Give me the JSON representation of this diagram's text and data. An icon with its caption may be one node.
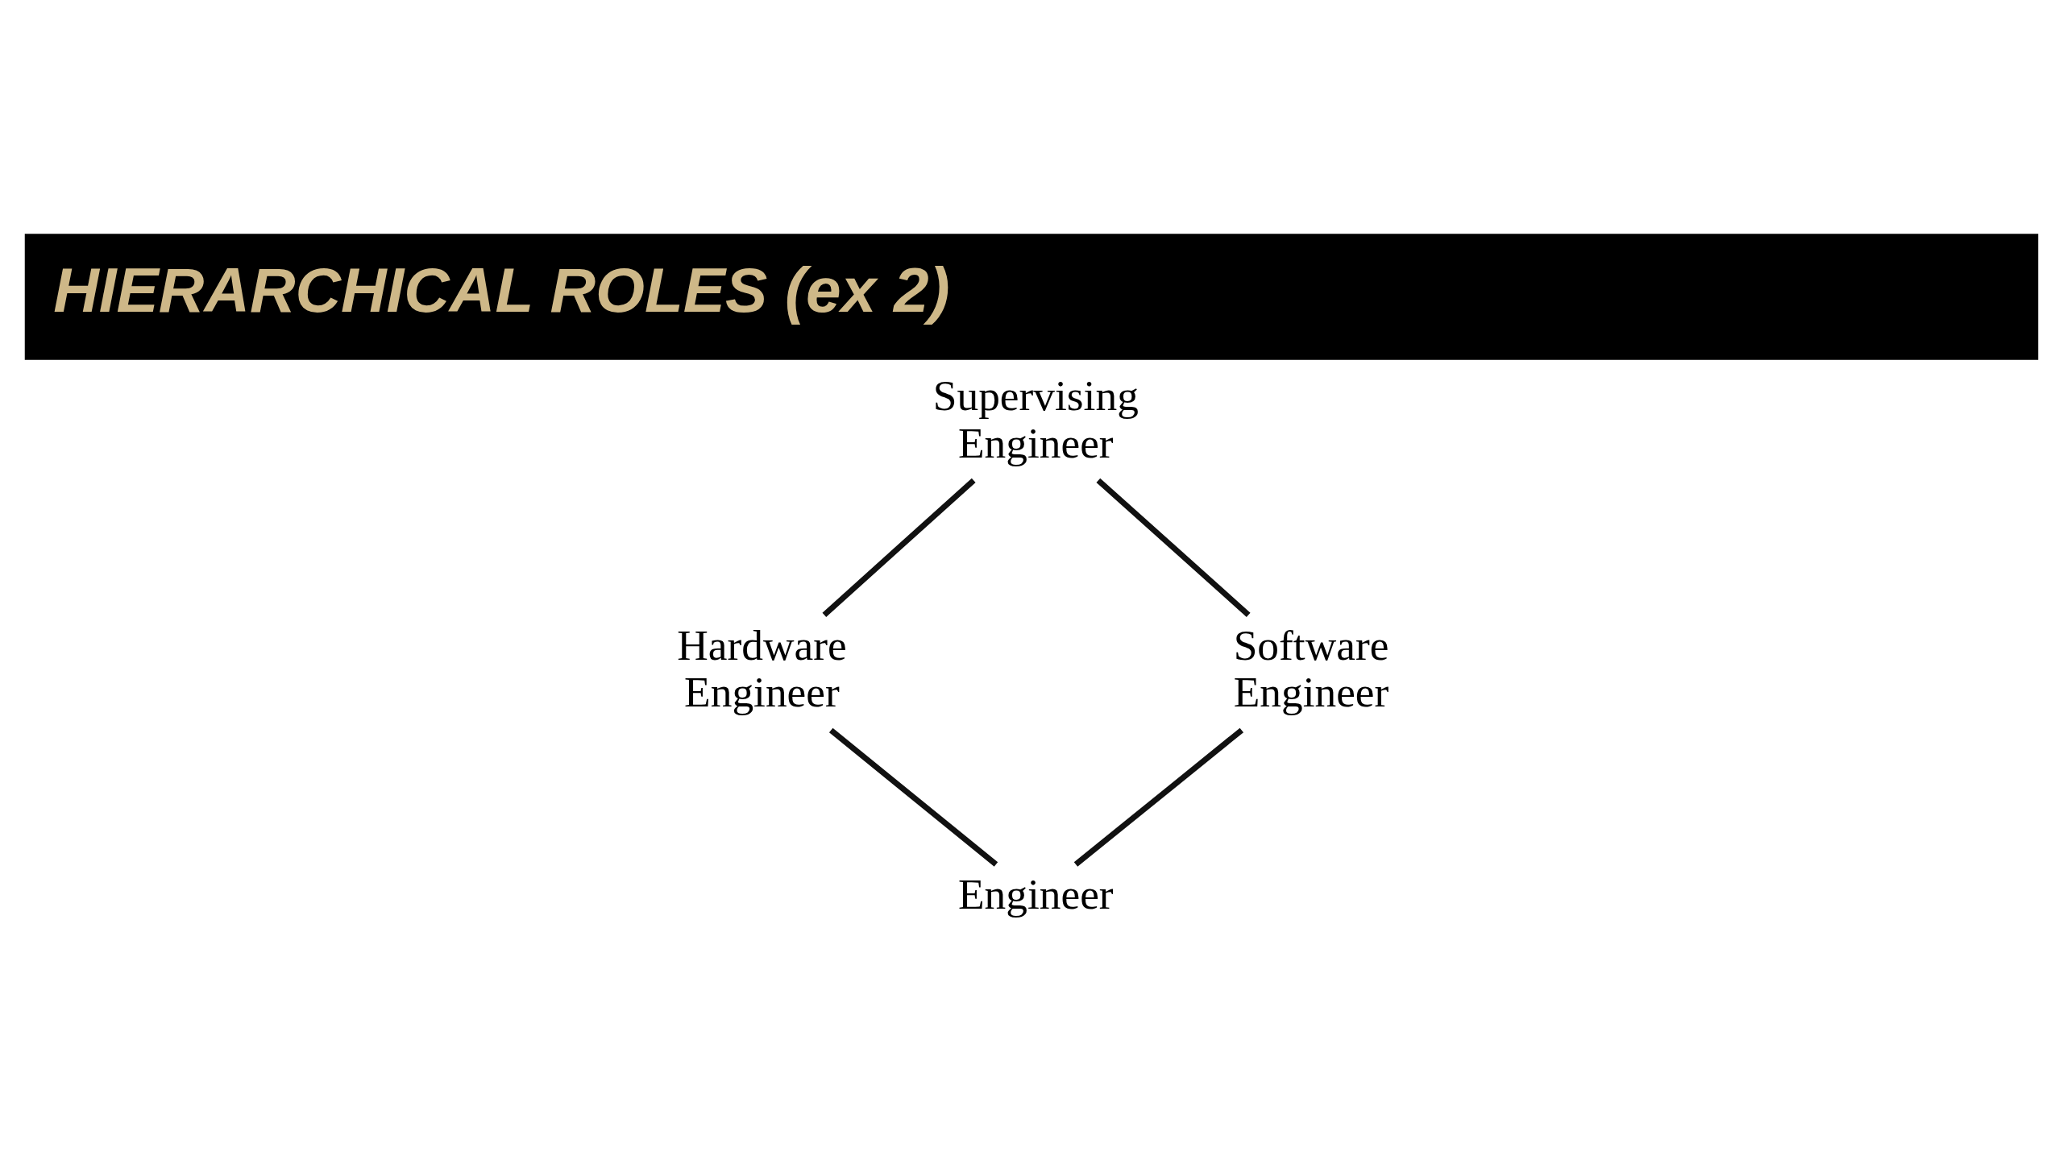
{
  "diagram": {
    "title": "HIERARCHICAL ROLES (ex 2)",
    "nodes": [
      {
        "text": [
          "Supervising Engineer"
        ]
      },
      {
        "text": [
          "Hardware Engineer"
        ]
      },
      {
        "text": [
          "Software Engineer"
        ]
      },
      {
        "text": [
          "Engineer"
        ]
      }
    ],
    "edges": [
      {
        "from": 0,
        "to": 1,
        "arrow": "none"
      },
      {
        "from": 0,
        "to": 2,
        "arrow": "none"
      },
      {
        "from": 1,
        "to": 3,
        "arrow": "none"
      },
      {
        "from": 2,
        "to": 3,
        "arrow": "none"
      }
    ]
  }
}
